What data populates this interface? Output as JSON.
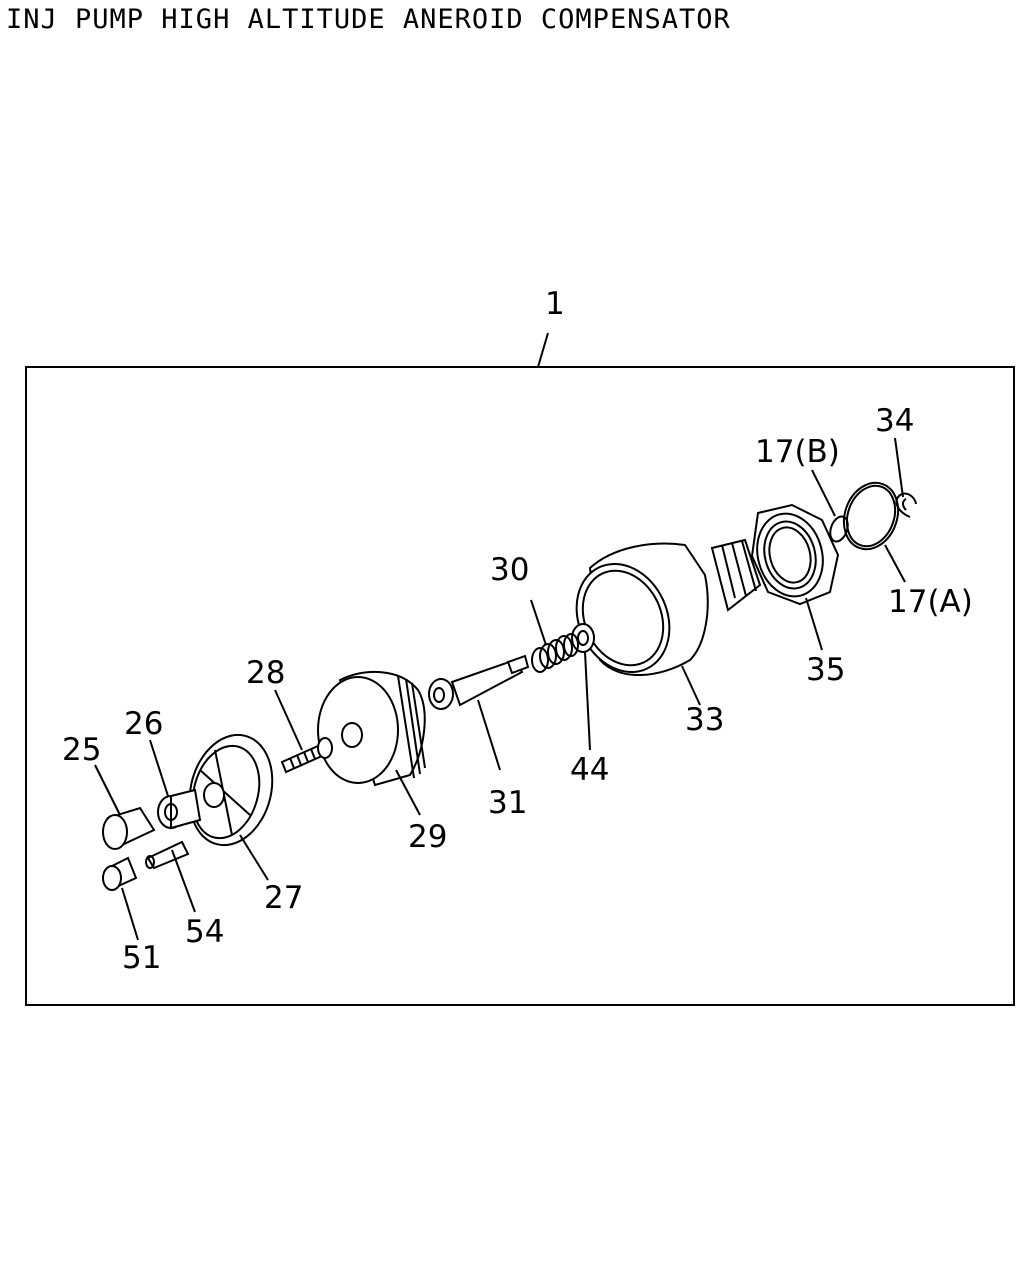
{
  "title": "INJ PUMP HIGH ALTITUDE ANEROID COMPENSATOR",
  "callouts": {
    "assembly": "1",
    "c17b": "17(B)",
    "c34": "34",
    "c17a": "17(A)",
    "c30": "30",
    "c35": "35",
    "c28": "28",
    "c33": "33",
    "c26": "26",
    "c25": "25",
    "c44": "44",
    "c31": "31",
    "c29": "29",
    "c27": "27",
    "c54": "54",
    "c51": "51"
  }
}
